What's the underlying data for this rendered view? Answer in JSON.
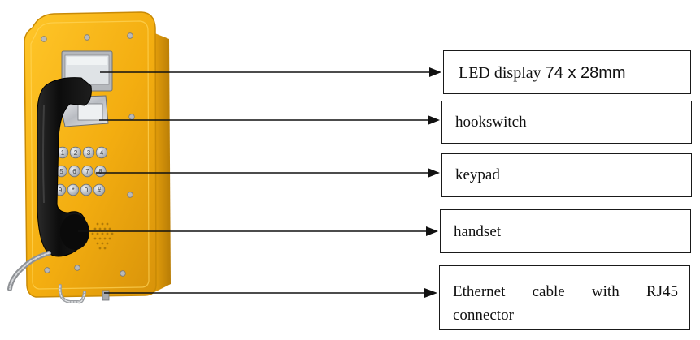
{
  "labels": {
    "led_display_prefix": "LED display ",
    "led_display_size": "74 x 28mm",
    "hookswitch": "hookswitch",
    "keypad": "keypad",
    "handset": "handset",
    "ethernet_line1": "Ethernet cable with RJ45",
    "ethernet_line2": "connector"
  },
  "keypad_keys": [
    "1",
    "2",
    "3",
    "4",
    "5",
    "6",
    "7",
    "8",
    "9",
    "*",
    "0",
    "#"
  ],
  "colors": {
    "housing": "#f3ad10",
    "housing_shadow": "#c98a05",
    "handset": "#151515",
    "arrow": "#111111",
    "key": "#c9ccd1",
    "chrome": "#d8dbe0"
  }
}
